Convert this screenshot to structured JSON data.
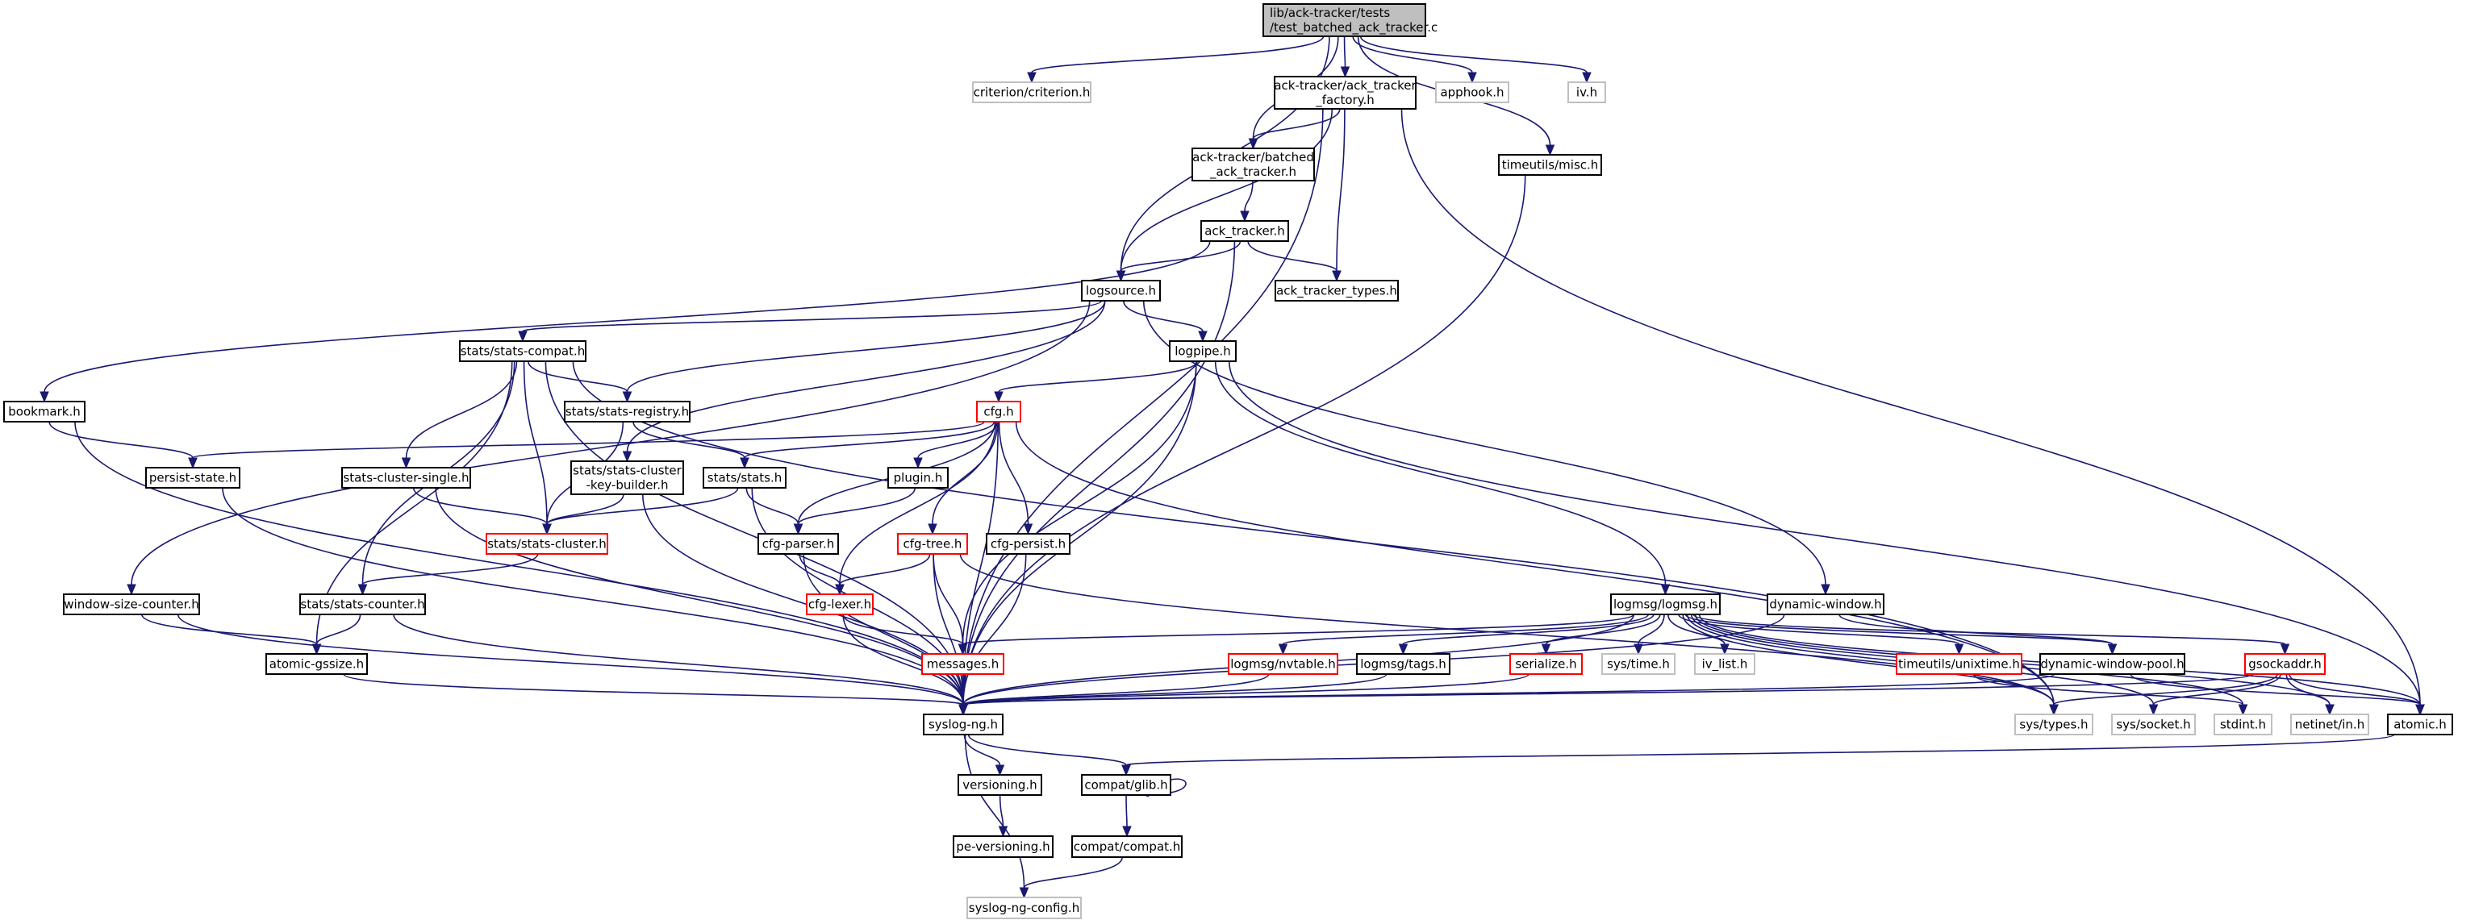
{
  "diagram": {
    "type": "include-dependency-graph",
    "root": "root",
    "legend_styles": {
      "root": {
        "fill": "#bfbfbf",
        "border": "#000000"
      },
      "normal": {
        "fill": "#ffffff",
        "border": "#000000"
      },
      "external": {
        "fill": "#ffffff",
        "border": "#bfbfbf"
      },
      "truncated": {
        "fill": "#ffffff",
        "border": "#ff0000"
      }
    },
    "edge_color": "#191970",
    "nodes": [
      {
        "id": "root",
        "lines": [
          "lib/ack-tracker/tests",
          "/test_batched_ack_tracker.c"
        ],
        "style": "root"
      },
      {
        "id": "criterion",
        "lines": [
          "criterion/criterion.h"
        ],
        "style": "external"
      },
      {
        "id": "ack_factory",
        "lines": [
          "ack-tracker/ack_tracker",
          "_factory.h"
        ],
        "style": "normal"
      },
      {
        "id": "apphook",
        "lines": [
          "apphook.h"
        ],
        "style": "external"
      },
      {
        "id": "iv",
        "lines": [
          "iv.h"
        ],
        "style": "external"
      },
      {
        "id": "batched",
        "lines": [
          "ack-tracker/batched",
          "_ack_tracker.h"
        ],
        "style": "normal"
      },
      {
        "id": "timeutils_misc",
        "lines": [
          "timeutils/misc.h"
        ],
        "style": "normal"
      },
      {
        "id": "ack_tracker",
        "lines": [
          "ack_tracker.h"
        ],
        "style": "normal"
      },
      {
        "id": "logsource",
        "lines": [
          "logsource.h"
        ],
        "style": "normal"
      },
      {
        "id": "ack_types",
        "lines": [
          "ack_tracker_types.h"
        ],
        "style": "normal"
      },
      {
        "id": "stats_compat",
        "lines": [
          "stats/stats-compat.h"
        ],
        "style": "normal"
      },
      {
        "id": "logpipe",
        "lines": [
          "logpipe.h"
        ],
        "style": "normal"
      },
      {
        "id": "bookmark",
        "lines": [
          "bookmark.h"
        ],
        "style": "normal"
      },
      {
        "id": "stats_registry",
        "lines": [
          "stats/stats-registry.h"
        ],
        "style": "normal"
      },
      {
        "id": "cfg",
        "lines": [
          "cfg.h"
        ],
        "style": "truncated"
      },
      {
        "id": "persist_state",
        "lines": [
          "persist-state.h"
        ],
        "style": "normal"
      },
      {
        "id": "stats_cluster_single",
        "lines": [
          "stats-cluster-single.h"
        ],
        "style": "normal"
      },
      {
        "id": "stats_ckb",
        "lines": [
          "stats/stats-cluster",
          "-key-builder.h"
        ],
        "style": "normal"
      },
      {
        "id": "stats_h",
        "lines": [
          "stats/stats.h"
        ],
        "style": "normal"
      },
      {
        "id": "plugin",
        "lines": [
          "plugin.h"
        ],
        "style": "normal"
      },
      {
        "id": "stats_cluster",
        "lines": [
          "stats/stats-cluster.h"
        ],
        "style": "truncated"
      },
      {
        "id": "cfg_parser",
        "lines": [
          "cfg-parser.h"
        ],
        "style": "normal"
      },
      {
        "id": "cfg_tree",
        "lines": [
          "cfg-tree.h"
        ],
        "style": "truncated"
      },
      {
        "id": "cfg_persist",
        "lines": [
          "cfg-persist.h"
        ],
        "style": "normal"
      },
      {
        "id": "window_size_counter",
        "lines": [
          "window-size-counter.h"
        ],
        "style": "normal"
      },
      {
        "id": "stats_counter",
        "lines": [
          "stats/stats-counter.h"
        ],
        "style": "normal"
      },
      {
        "id": "cfg_lexer",
        "lines": [
          "cfg-lexer.h"
        ],
        "style": "truncated"
      },
      {
        "id": "logmsg",
        "lines": [
          "logmsg/logmsg.h"
        ],
        "style": "normal"
      },
      {
        "id": "dynamic_window",
        "lines": [
          "dynamic-window.h"
        ],
        "style": "normal"
      },
      {
        "id": "atomic_gssize",
        "lines": [
          "atomic-gssize.h"
        ],
        "style": "normal"
      },
      {
        "id": "messages",
        "lines": [
          "messages.h"
        ],
        "style": "truncated"
      },
      {
        "id": "nvtable",
        "lines": [
          "logmsg/nvtable.h"
        ],
        "style": "truncated"
      },
      {
        "id": "tags",
        "lines": [
          "logmsg/tags.h"
        ],
        "style": "normal"
      },
      {
        "id": "serialize",
        "lines": [
          "serialize.h"
        ],
        "style": "truncated"
      },
      {
        "id": "sys_time",
        "lines": [
          "sys/time.h"
        ],
        "style": "external"
      },
      {
        "id": "iv_list",
        "lines": [
          "iv_list.h"
        ],
        "style": "external"
      },
      {
        "id": "unixtime",
        "lines": [
          "timeutils/unixtime.h"
        ],
        "style": "truncated"
      },
      {
        "id": "dw_pool",
        "lines": [
          "dynamic-window-pool.h"
        ],
        "style": "normal"
      },
      {
        "id": "gsockaddr",
        "lines": [
          "gsockaddr.h"
        ],
        "style": "truncated"
      },
      {
        "id": "syslog_ng",
        "lines": [
          "syslog-ng.h"
        ],
        "style": "normal"
      },
      {
        "id": "sys_types",
        "lines": [
          "sys/types.h"
        ],
        "style": "external"
      },
      {
        "id": "sys_socket",
        "lines": [
          "sys/socket.h"
        ],
        "style": "external"
      },
      {
        "id": "stdint",
        "lines": [
          "stdint.h"
        ],
        "style": "external"
      },
      {
        "id": "netinet_in",
        "lines": [
          "netinet/in.h"
        ],
        "style": "external"
      },
      {
        "id": "atomic",
        "lines": [
          "atomic.h"
        ],
        "style": "normal"
      },
      {
        "id": "versioning",
        "lines": [
          "versioning.h"
        ],
        "style": "normal"
      },
      {
        "id": "compat_glib",
        "lines": [
          "compat/glib.h"
        ],
        "style": "normal"
      },
      {
        "id": "pe_versioning",
        "lines": [
          "pe-versioning.h"
        ],
        "style": "normal"
      },
      {
        "id": "compat_compat",
        "lines": [
          "compat/compat.h"
        ],
        "style": "normal"
      },
      {
        "id": "syslog_ng_config",
        "lines": [
          "syslog-ng-config.h"
        ],
        "style": "external"
      }
    ],
    "edges": [
      [
        "root",
        "criterion"
      ],
      [
        "root",
        "ack_factory"
      ],
      [
        "root",
        "apphook"
      ],
      [
        "root",
        "iv"
      ],
      [
        "root",
        "batched"
      ],
      [
        "root",
        "timeutils_misc"
      ],
      [
        "root",
        "logsource"
      ],
      [
        "ack_factory",
        "batched"
      ],
      [
        "ack_factory",
        "logsource"
      ],
      [
        "ack_factory",
        "ack_types"
      ],
      [
        "ack_factory",
        "syslog_ng"
      ],
      [
        "ack_factory",
        "atomic"
      ],
      [
        "batched",
        "ack_tracker"
      ],
      [
        "timeutils_misc",
        "syslog_ng"
      ],
      [
        "ack_tracker",
        "logsource"
      ],
      [
        "ack_tracker",
        "ack_types"
      ],
      [
        "ack_tracker",
        "bookmark"
      ],
      [
        "ack_tracker",
        "syslog_ng"
      ],
      [
        "logsource",
        "stats_compat"
      ],
      [
        "logsource",
        "logpipe"
      ],
      [
        "logsource",
        "stats_registry"
      ],
      [
        "logsource",
        "window_size_counter"
      ],
      [
        "logsource",
        "dynamic_window"
      ],
      [
        "logsource",
        "stats_ckb"
      ],
      [
        "stats_compat",
        "stats_registry"
      ],
      [
        "stats_compat",
        "stats_cluster_single"
      ],
      [
        "stats_compat",
        "stats_cluster"
      ],
      [
        "stats_compat",
        "stats_counter"
      ],
      [
        "stats_compat",
        "atomic_gssize"
      ],
      [
        "stats_compat",
        "syslog_ng"
      ],
      [
        "stats_compat",
        "sys_types"
      ],
      [
        "logpipe",
        "cfg"
      ],
      [
        "logpipe",
        "messages"
      ],
      [
        "logpipe",
        "syslog_ng"
      ],
      [
        "logpipe",
        "logmsg"
      ],
      [
        "logpipe",
        "atomic"
      ],
      [
        "bookmark",
        "persist_state"
      ],
      [
        "bookmark",
        "syslog_ng"
      ],
      [
        "stats_registry",
        "stats_h"
      ],
      [
        "stats_registry",
        "stats_cluster"
      ],
      [
        "cfg",
        "persist_state"
      ],
      [
        "cfg",
        "stats_h"
      ],
      [
        "cfg",
        "plugin"
      ],
      [
        "cfg",
        "cfg_parser"
      ],
      [
        "cfg",
        "cfg_tree"
      ],
      [
        "cfg",
        "cfg_persist"
      ],
      [
        "cfg",
        "cfg_lexer"
      ],
      [
        "cfg",
        "syslog_ng"
      ],
      [
        "cfg",
        "sys_types"
      ],
      [
        "persist_state",
        "syslog_ng"
      ],
      [
        "stats_cluster_single",
        "stats_cluster"
      ],
      [
        "stats_cluster_single",
        "syslog_ng"
      ],
      [
        "stats_ckb",
        "stats_cluster"
      ],
      [
        "stats_ckb",
        "syslog_ng"
      ],
      [
        "stats_h",
        "stats_cluster"
      ],
      [
        "stats_h",
        "cfg_parser"
      ],
      [
        "stats_h",
        "syslog_ng"
      ],
      [
        "plugin",
        "cfg_parser"
      ],
      [
        "stats_cluster",
        "stats_counter"
      ],
      [
        "cfg_parser",
        "cfg_lexer"
      ],
      [
        "cfg_parser",
        "syslog_ng"
      ],
      [
        "cfg_tree",
        "cfg_lexer"
      ],
      [
        "cfg_tree",
        "messages"
      ],
      [
        "cfg_tree",
        "syslog_ng"
      ],
      [
        "cfg_tree",
        "sys_types"
      ],
      [
        "cfg_persist",
        "syslog_ng"
      ],
      [
        "window_size_counter",
        "atomic_gssize"
      ],
      [
        "window_size_counter",
        "syslog_ng"
      ],
      [
        "stats_counter",
        "atomic_gssize"
      ],
      [
        "stats_counter",
        "syslog_ng"
      ],
      [
        "cfg_lexer",
        "messages"
      ],
      [
        "cfg_lexer",
        "syslog_ng"
      ],
      [
        "logmsg",
        "messages"
      ],
      [
        "logmsg",
        "nvtable"
      ],
      [
        "logmsg",
        "tags"
      ],
      [
        "logmsg",
        "serialize"
      ],
      [
        "logmsg",
        "sys_time"
      ],
      [
        "logmsg",
        "iv_list"
      ],
      [
        "logmsg",
        "unixtime"
      ],
      [
        "logmsg",
        "dw_pool"
      ],
      [
        "logmsg",
        "gsockaddr"
      ],
      [
        "logmsg",
        "syslog_ng"
      ],
      [
        "logmsg",
        "sys_types"
      ],
      [
        "logmsg",
        "sys_socket"
      ],
      [
        "logmsg",
        "stdint"
      ],
      [
        "logmsg",
        "netinet_in"
      ],
      [
        "logmsg",
        "atomic"
      ],
      [
        "dynamic_window",
        "dw_pool"
      ],
      [
        "dynamic_window",
        "syslog_ng"
      ],
      [
        "atomic_gssize",
        "syslog_ng"
      ],
      [
        "messages",
        "syslog_ng"
      ],
      [
        "nvtable",
        "syslog_ng"
      ],
      [
        "tags",
        "syslog_ng"
      ],
      [
        "serialize",
        "syslog_ng"
      ],
      [
        "unixtime",
        "stdint"
      ],
      [
        "dw_pool",
        "syslog_ng"
      ],
      [
        "dw_pool",
        "atomic"
      ],
      [
        "gsockaddr",
        "syslog_ng"
      ],
      [
        "gsockaddr",
        "sys_types"
      ],
      [
        "gsockaddr",
        "sys_socket"
      ],
      [
        "gsockaddr",
        "netinet_in"
      ],
      [
        "gsockaddr",
        "atomic"
      ],
      [
        "atomic",
        "compat_glib"
      ],
      [
        "syslog_ng",
        "versioning"
      ],
      [
        "syslog_ng",
        "compat_glib"
      ],
      [
        "syslog_ng",
        "syslog_ng_config"
      ],
      [
        "versioning",
        "pe_versioning"
      ],
      [
        "compat_glib",
        "compat_glib"
      ],
      [
        "compat_glib",
        "compat_compat"
      ],
      [
        "compat_compat",
        "syslog_ng_config"
      ]
    ]
  }
}
